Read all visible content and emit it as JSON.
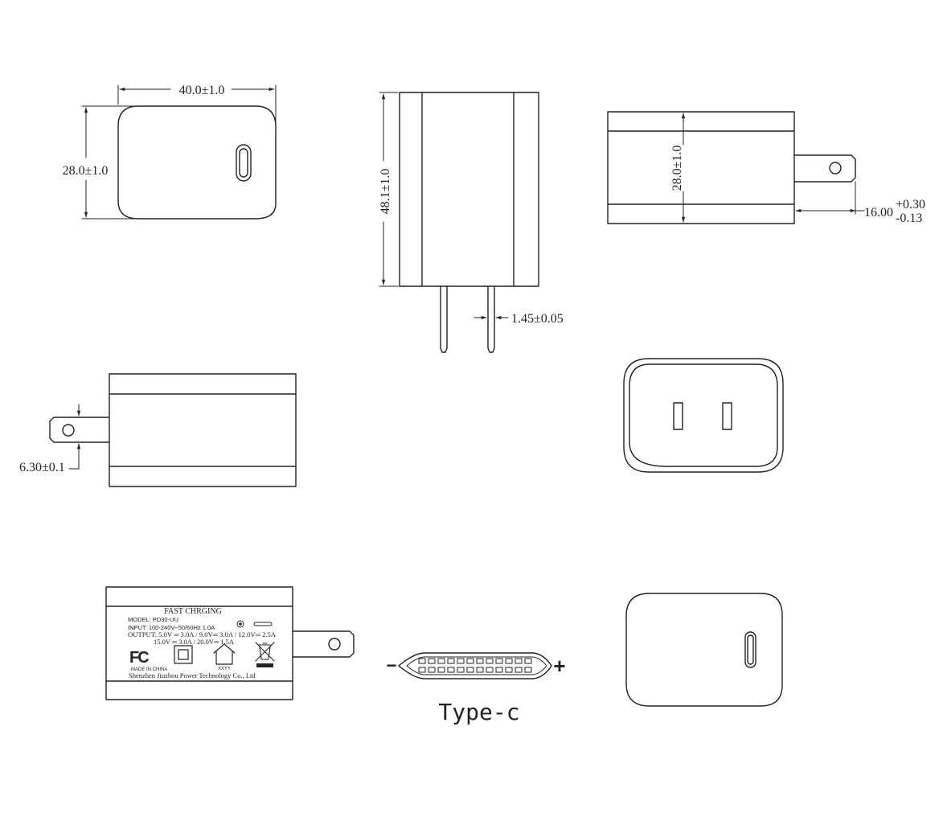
{
  "dimensions": {
    "width": "40.0±1.0",
    "depth_top": "28.0±1.0",
    "height": "48.1±1.0",
    "depth_side": "28.0±1.0",
    "prong_length": "16.00",
    "prong_tol_plus": "+0.30",
    "prong_tol_minus": "-0.13",
    "prong_thickness": "1.45±0.05",
    "prong_offset": "6.30±0.1"
  },
  "label": {
    "title": "FAST CHRGING",
    "model": "MODEL: PD30-UU",
    "input": "INPUT: 100-240V~50/60Hz 1.0A",
    "output_line1": "OUTPUT: 5.0V ═ 3.0A / 9.0V═ 3.0A / 12.0V═ 2.5A",
    "output_line2": "15.0V ═ 3.0A / 20.0V═ 1.5A",
    "fcc_mark": "FC",
    "made_in": "MADE IN CHINA",
    "date_code": "XXYY",
    "manufacturer": "Shenzhen Jiuzhou Power Technology Co.,  Ltd"
  },
  "port": {
    "minus": "−",
    "plus": "+",
    "caption": "Type-c"
  },
  "icons": [
    "type-c-port-icon",
    "fcc-logo-icon",
    "double-insulation-icon",
    "indoor-use-icon",
    "weee-bin-icon",
    "led-indicator-icon"
  ]
}
